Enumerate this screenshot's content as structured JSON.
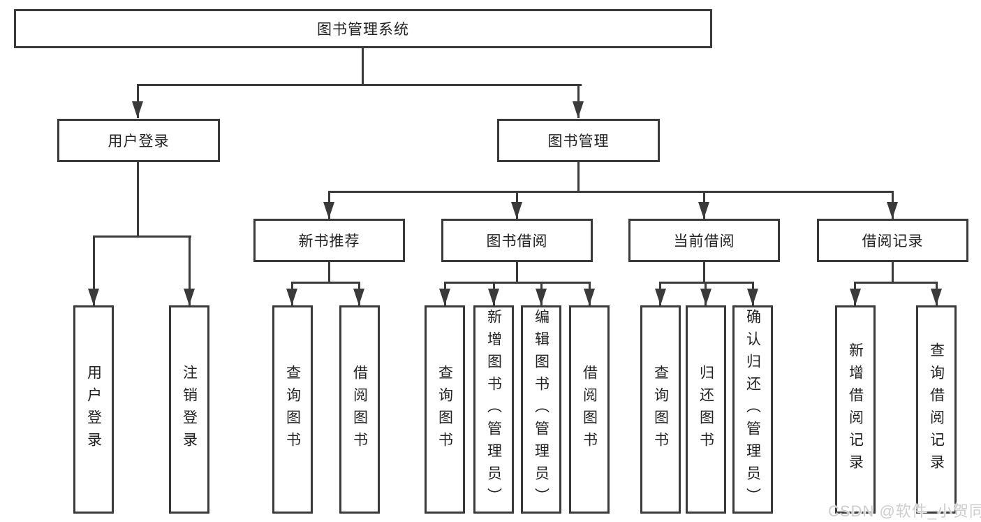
{
  "colors": {
    "background": "#ffffff",
    "border": "#3a3a3a",
    "line": "#3a3a3a",
    "text": "#222222",
    "watermark": "#cdcdcd"
  },
  "watermark": {
    "text": "CSDN @软件_小贺同学"
  },
  "tree": {
    "root": {
      "label": "图书管理系统"
    },
    "level1": [
      {
        "label": "用户登录",
        "children": [
          {
            "label": "用户登录"
          },
          {
            "label": "注销登录"
          }
        ]
      },
      {
        "label": "图书管理",
        "children": [
          {
            "label": "新书推荐",
            "children": [
              {
                "label": "查询图书"
              },
              {
                "label": "借阅图书"
              }
            ]
          },
          {
            "label": "图书借阅",
            "children": [
              {
                "label": "查询图书"
              },
              {
                "label": "新增图书（管理员）"
              },
              {
                "label": "编辑图书（管理员）"
              },
              {
                "label": "借阅图书"
              }
            ]
          },
          {
            "label": "当前借阅",
            "children": [
              {
                "label": "查询图书"
              },
              {
                "label": "归还图书"
              },
              {
                "label": "确认归还（管理员）"
              }
            ]
          },
          {
            "label": "借阅记录",
            "children": [
              {
                "label": "新增借阅记录"
              },
              {
                "label": "查询借阅记录"
              }
            ]
          }
        ]
      }
    ]
  }
}
